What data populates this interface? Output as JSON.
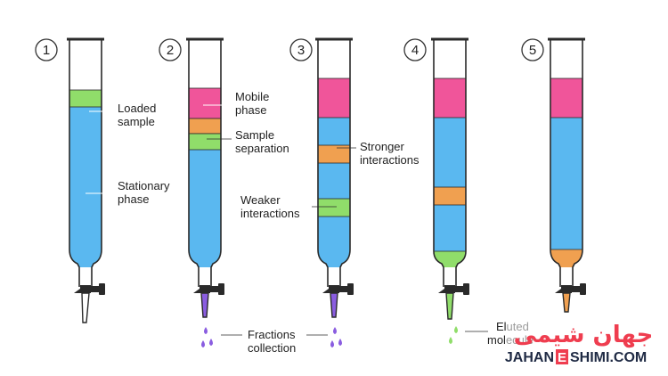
{
  "steps": [
    "1",
    "2",
    "3",
    "4",
    "5"
  ],
  "labels": {
    "loaded_sample": [
      "Loaded",
      "sample"
    ],
    "stationary_phase": [
      "Stationary",
      "phase"
    ],
    "mobile_phase": [
      "Mobile",
      "phase"
    ],
    "sample_separation": [
      "Sample",
      "separation"
    ],
    "stronger_interactions": [
      "Stronger",
      "interactions"
    ],
    "weaker_interactions": [
      "Weaker",
      "interactions"
    ],
    "fractions_collection": [
      "Fractions",
      "collection"
    ],
    "eluted_molecules": [
      "Eluted",
      "molecule"
    ]
  },
  "watermark": {
    "arabic": "جهان شیمی",
    "site_left": "JAHAN",
    "site_e": "E",
    "site_right": "SHIMI.COM"
  },
  "colors": {
    "stationary": "#5ab8f0",
    "mobile": "#f0559a",
    "orange": "#f0a050",
    "green": "#90dd6a",
    "purple": "#8a5de0",
    "outline": "#2a2a2a"
  }
}
